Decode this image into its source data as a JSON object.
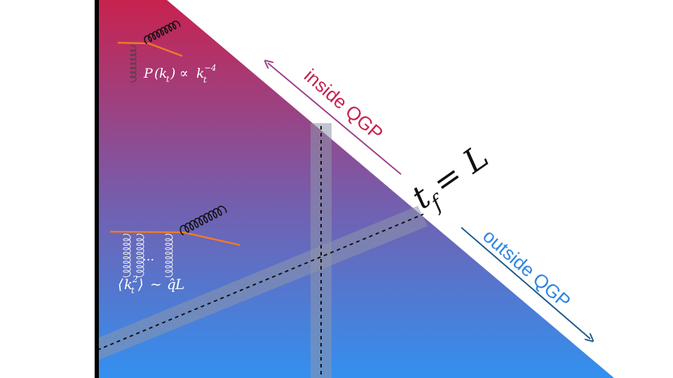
{
  "labels": {
    "inside": "inside QGP",
    "outside": "outside QGP",
    "tf_t": "t",
    "tf_sub": "f",
    "tf_eq": "= L",
    "formula_top": {
      "p": "P",
      "paren_open": "(",
      "k": "k",
      "k_sub": "t",
      "paren_close": ")",
      "prop": "∝",
      "k2": "k",
      "k2_sub": "t",
      "k2_sup": "−4"
    },
    "formula_bottom": {
      "open": "⟨",
      "k": "k",
      "k_sub": "t",
      "k_sup": "2",
      "close": "⟩",
      "sim": "∼",
      "qhat": "q̂",
      "L": "L"
    },
    "dots": "..."
  },
  "colors": {
    "gradient_top": "#c8224f",
    "gradient_mid": "#7a5aa8",
    "gradient_bottom": "#3390f0",
    "inside_text": "#c8224f",
    "inside_arrow": "#9b3f86",
    "outside_text": "#2f86e6",
    "outside_arrow": "#1d5a8a",
    "quark_line": "#ee7a28",
    "band": "#8e96aa"
  }
}
